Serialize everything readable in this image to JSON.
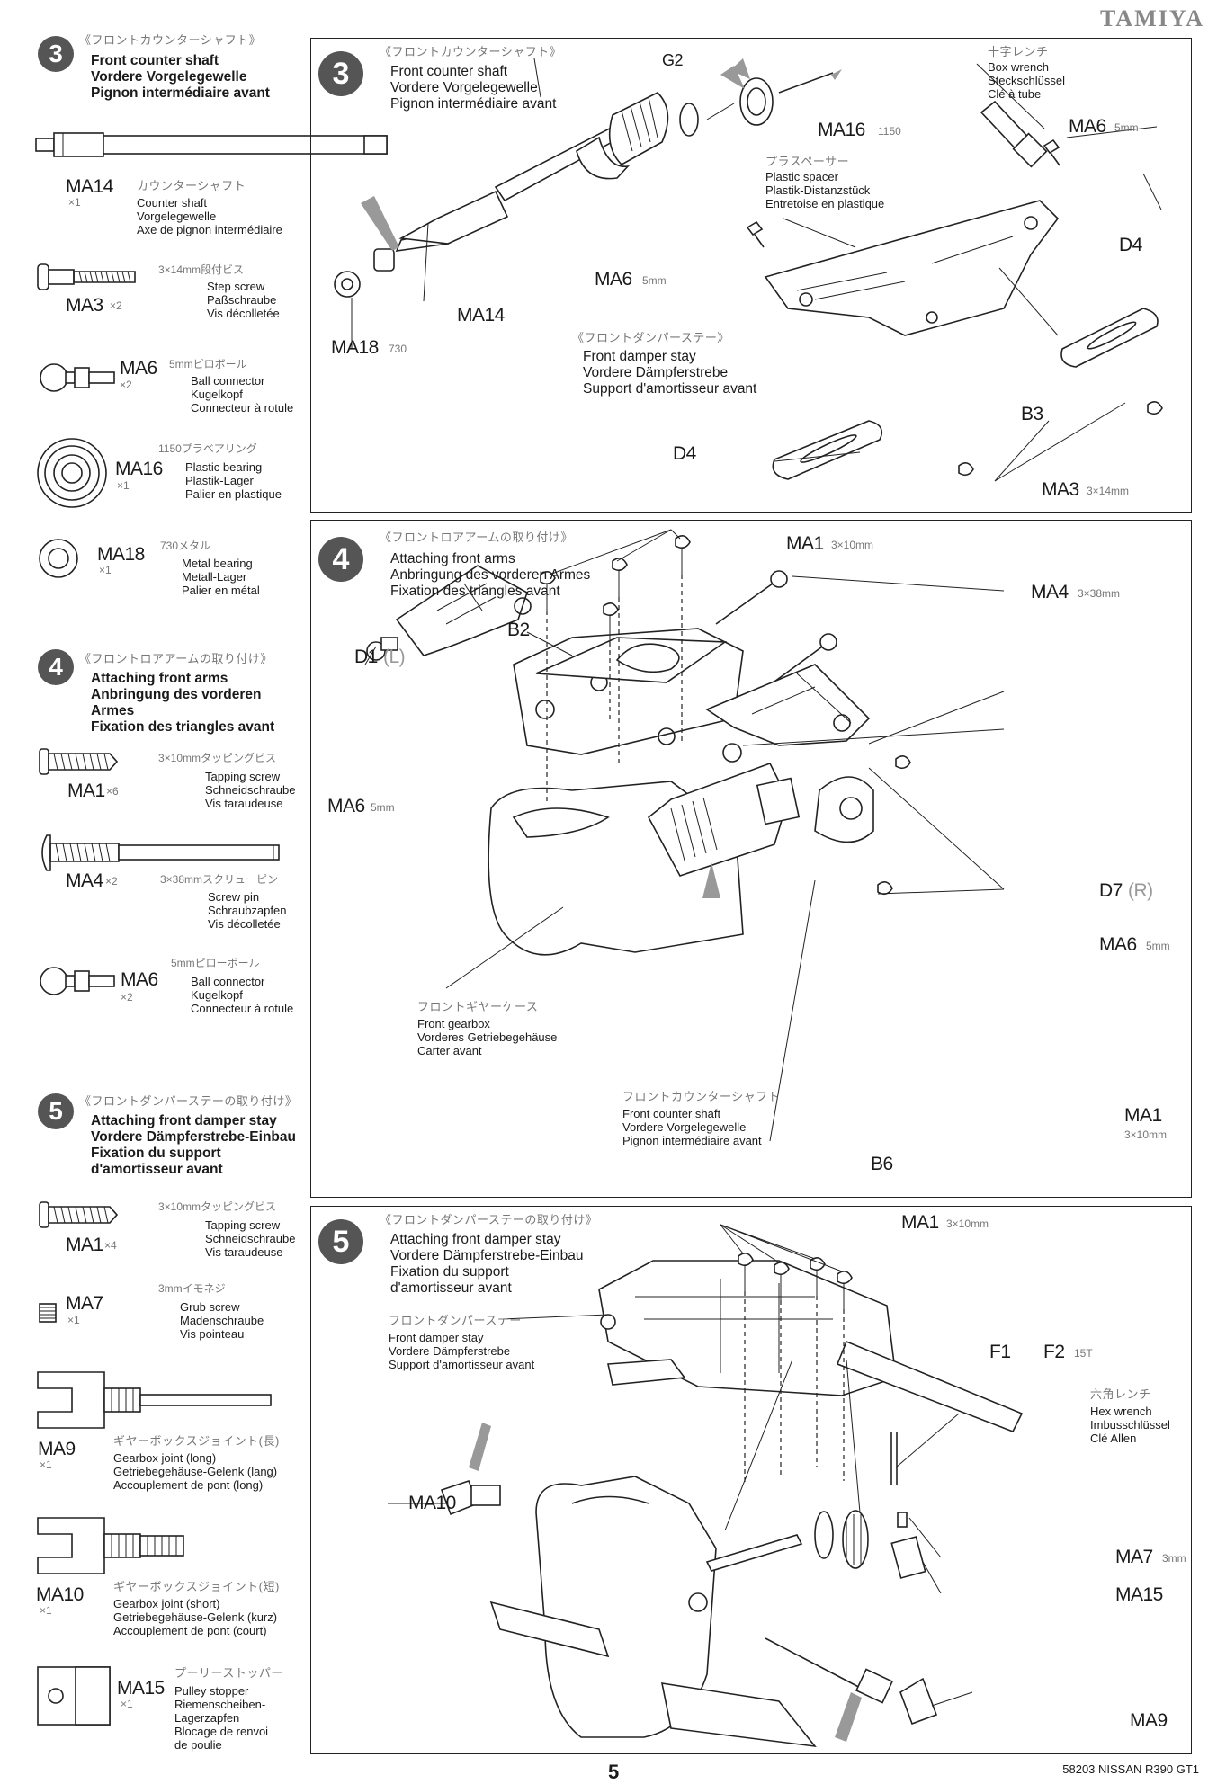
{
  "brand": "TAMIYA",
  "page_number": "5",
  "footer_code": "58203 NISSAN R390 GT1",
  "sidebar": {
    "step3": {
      "number": "3",
      "jp": "《フロントカウンターシャフト》",
      "en": "Front counter shaft",
      "de": "Vordere Vorgelegewelle",
      "fr": "Pignon intermédiaire avant"
    },
    "step4": {
      "number": "4",
      "jp": "《フロントロアアームの取り付け》",
      "en": "Attaching front arms",
      "de": "Anbringung des vorderen Armes",
      "fr": "Fixation des triangles avant"
    },
    "step5": {
      "number": "5",
      "jp": "《フロントダンパーステーの取り付け》",
      "en": "Attaching front damper stay",
      "de": "Vordere Dämpferstrebe-Einbau",
      "fr1": "Fixation du support",
      "fr2": "d'amortisseur avant"
    },
    "parts": {
      "ma14": {
        "code": "MA14",
        "qty": "×1",
        "jp": "カウンターシャフト",
        "en": "Counter shaft",
        "de": "Vorgelegewelle",
        "fr": "Axe de pignon intermédiaire"
      },
      "ma3": {
        "code": "MA3",
        "qty": "×2",
        "spec": "3×14mm段付ビス",
        "en": "Step screw",
        "de": "Paßschraube",
        "fr": "Vis décolletée"
      },
      "ma6a": {
        "code": "MA6",
        "qty": "×2",
        "spec": "5mmピロボール",
        "en": "Ball connector",
        "de": "Kugelkopf",
        "fr": "Connecteur à rotule"
      },
      "ma16": {
        "code": "MA16",
        "qty": "×1",
        "spec": "1150プラベアリング",
        "en": "Plastic bearing",
        "de": "Plastik-Lager",
        "fr": "Palier en plastique"
      },
      "ma18": {
        "code": "MA18",
        "qty": "×1",
        "spec": "730メタル",
        "en": "Metal bearing",
        "de": "Metall-Lager",
        "fr": "Palier en métal"
      },
      "ma1a": {
        "code": "MA1",
        "qty": "×6",
        "spec": "3×10mmタッピングビス",
        "en": "Tapping screw",
        "de": "Schneidschraube",
        "fr": "Vis taraudeuse"
      },
      "ma4": {
        "code": "MA4",
        "qty": "×2",
        "spec": "3×38mmスクリューピン",
        "en": "Screw pin",
        "de": "Schraubzapfen",
        "fr": "Vis décolletée"
      },
      "ma6b": {
        "code": "MA6",
        "qty": "×2",
        "spec": "5mmピローボール",
        "en": "Ball connector",
        "de": "Kugelkopf",
        "fr": "Connecteur à rotule"
      },
      "ma1b": {
        "code": "MA1",
        "qty": "×4",
        "spec": "3×10mmタッピングビス",
        "en": "Tapping screw",
        "de": "Schneidschraube",
        "fr": "Vis taraudeuse"
      },
      "ma7": {
        "code": "MA7",
        "qty": "×1",
        "spec": "3mmイモネジ",
        "en": "Grub screw",
        "de": "Madenschraube",
        "fr": "Vis pointeau"
      },
      "ma9": {
        "code": "MA9",
        "qty": "×1",
        "jp": "ギヤーボックスジョイント(長)",
        "en": "Gearbox joint (long)",
        "de": "Getriebegehäuse-Gelenk (lang)",
        "fr": "Accouplement de pont (long)"
      },
      "ma10": {
        "code": "MA10",
        "qty": "×1",
        "jp": "ギヤーボックスジョイント(短)",
        "en": "Gearbox joint (short)",
        "de": "Getriebegehäuse-Gelenk (kurz)",
        "fr": "Accouplement de pont (court)"
      },
      "ma15": {
        "code": "MA15",
        "qty": "×1",
        "jp": "プーリーストッパー",
        "en": "Pulley stopper",
        "de1": "Riemenscheiben-",
        "de2": "Lagerzapfen",
        "fr1": "Blocage de renvoi",
        "fr2": "de poulie"
      }
    }
  },
  "panel3": {
    "number": "3",
    "jp": "《フロントカウンターシャフト》",
    "en": "Front counter shaft",
    "de": "Vordere Vorgelegewelle",
    "fr": "Pignon intermédiaire avant",
    "labels": {
      "g2": "G2",
      "ma16": "MA16",
      "ma16_spec": "1150",
      "spacer_jp": "プラスペーサー",
      "spacer_en": "Plastic spacer",
      "spacer_de": "Plastik-Distanzstück",
      "spacer_fr": "Entretoise en plastique",
      "wrench_jp": "十字レンチ",
      "wrench_en": "Box wrench",
      "wrench_de": "Steckschlüssel",
      "wrench_fr": "Clé à tube",
      "ma6": "MA6",
      "ma6_spec": "5mm",
      "ma6b": "MA6",
      "ma6b_spec": "5mm",
      "d4a": "D4",
      "d4b": "D4",
      "b3": "B3",
      "ma14": "MA14",
      "ma18": "MA18",
      "ma18_spec": "730",
      "stay_jp": "《フロントダンパーステー》",
      "stay_en": "Front damper stay",
      "stay_de": "Vordere Dämpferstrebe",
      "stay_fr": "Support d'amortisseur avant",
      "ma3": "MA3",
      "ma3_spec": "3×14mm"
    }
  },
  "panel4": {
    "number": "4",
    "jp": "《フロントロアアームの取り付け》",
    "en": "Attaching front arms",
    "de": "Anbringung des vorderen Armes",
    "fr": "Fixation des triangles avant",
    "labels": {
      "ma1": "MA1",
      "ma1_spec": "3×10mm",
      "ma4": "MA4",
      "ma4_spec": "3×38mm",
      "b2": "B2",
      "d1": "D1",
      "d1_side": "(L)",
      "ma6": "MA6",
      "ma6_spec": "5mm",
      "d7": "D7",
      "d7_side": "(R)",
      "ma6b": "MA6",
      "ma6b_spec": "5mm",
      "gearbox_jp": "フロントギヤーケース",
      "gearbox_en": "Front gearbox",
      "gearbox_de": "Vorderes Getriebegehäuse",
      "gearbox_fr": "Carter avant",
      "shaft_jp": "フロントカウンターシャフト",
      "shaft_en": "Front counter shaft",
      "shaft_de": "Vordere Vorgelegewelle",
      "shaft_fr": "Pignon intermédiaire avant",
      "ma1b": "MA1",
      "ma1b_spec": "3×10mm",
      "b6": "B6"
    }
  },
  "panel5": {
    "number": "5",
    "jp": "《フロントダンパーステーの取り付け》",
    "en": "Attaching front damper stay",
    "de": "Vordere Dämpferstrebe-Einbau",
    "fr1": "Fixation du support",
    "fr2": "d'amortisseur avant",
    "labels": {
      "ma1": "MA1",
      "ma1_spec": "3×10mm",
      "stay_jp": "フロントダンパーステー",
      "stay_en": "Front damper stay",
      "stay_de": "Vordere Dämpferstrebe",
      "stay_fr": "Support d'amortisseur avant",
      "f1": "F1",
      "f2": "F2",
      "f2_spec": "15T",
      "hex_jp": "六角レンチ",
      "hex_en": "Hex wrench",
      "hex_de": "Imbusschlüssel",
      "hex_fr": "Clé Allen",
      "ma10": "MA10",
      "ma7": "MA7",
      "ma7_spec": "3mm",
      "ma15": "MA15",
      "ma9": "MA9"
    }
  }
}
